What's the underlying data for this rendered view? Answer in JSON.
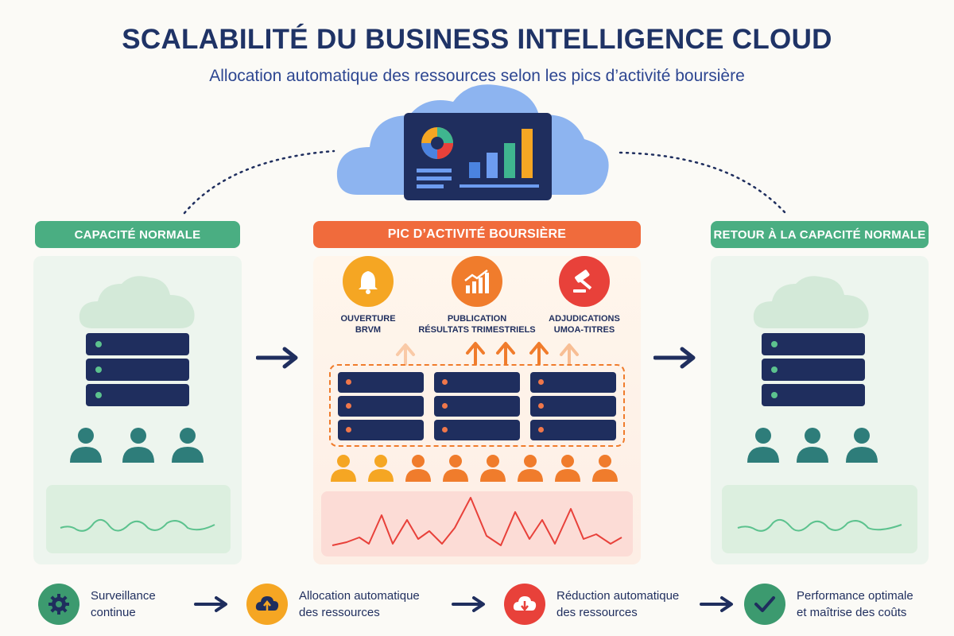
{
  "title": "SCALABILITÉ DU BUSINESS INTELLIGENCE CLOUD",
  "subtitle": "Allocation automatique des ressources selon les pics d’activité boursière",
  "phases": {
    "normal": "CAPACITÉ NORMALE",
    "peak": "PIC D’ACTIVITÉ BOURSIÈRE",
    "return": "RETOUR À LA CAPACITÉ NORMALE"
  },
  "events": [
    {
      "line1": "OUVERTURE",
      "line2": "BRVM",
      "icon": "bell-icon",
      "color": "#f5a623"
    },
    {
      "line1": "PUBLICATION",
      "line2": "RÉSULTATS TRIMESTRIELS",
      "icon": "growth-chart-icon",
      "color": "#f07c2c"
    },
    {
      "line1": "ADJUDICATIONS",
      "line2": "UMOA-TITRES",
      "icon": "gavel-icon",
      "color": "#e8413a"
    }
  ],
  "steps": [
    {
      "line1": "Surveillance",
      "line2": "continue",
      "icon": "gear-icon",
      "color": "#3c9a6f"
    },
    {
      "line1": "Allocation automatique",
      "line2": "des ressources",
      "icon": "cloud-upload-icon",
      "color": "#f5a623"
    },
    {
      "line1": "Réduction automatique",
      "line2": "des ressources",
      "icon": "cloud-download-icon",
      "color": "#e8413a"
    },
    {
      "line1": "Performance optimale",
      "line2": "et maîtrise des coûts",
      "icon": "check-icon",
      "color": "#3c9a6f"
    }
  ],
  "colors": {
    "navy": "#1f2e5e",
    "green": "#4aae82",
    "orange": "#f06b3c",
    "teal_user": "#2e7d7a"
  }
}
